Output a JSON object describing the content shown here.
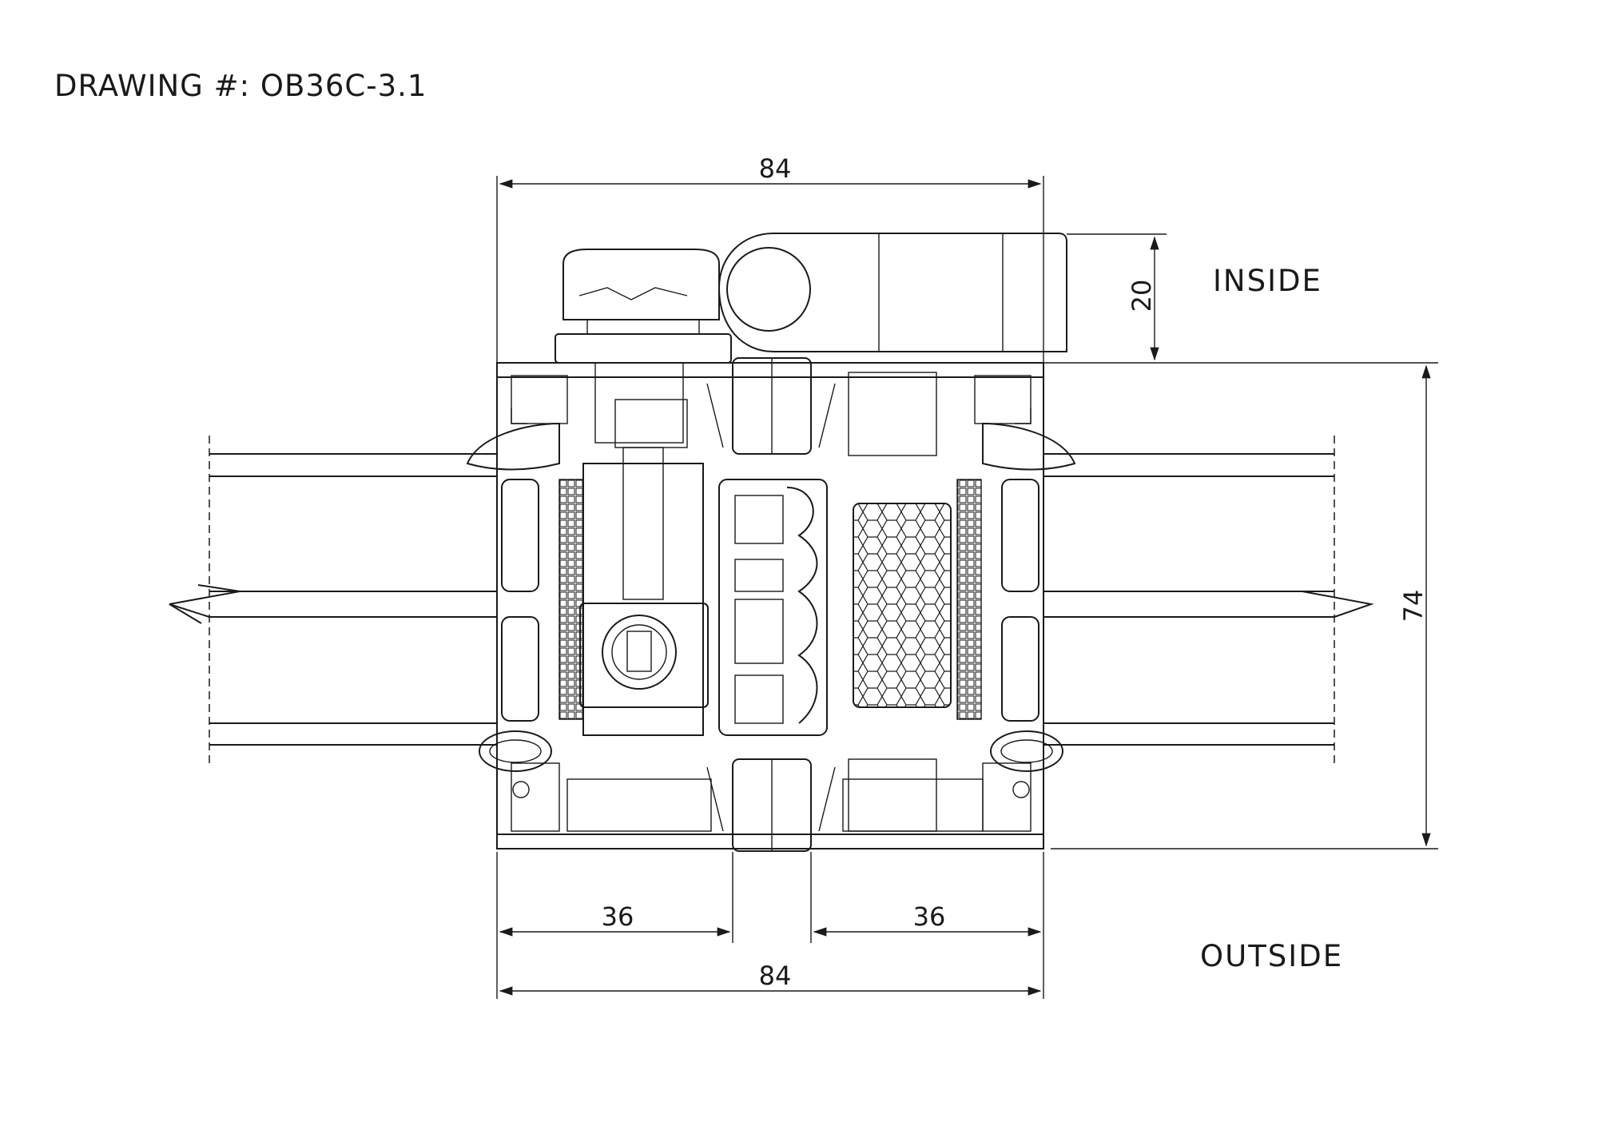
{
  "drawing_number": "DRAWING #: OB36C-3.1",
  "labels": {
    "inside": "INSIDE",
    "outside": "OUTSIDE"
  },
  "dimensions": {
    "top_width": "84",
    "handle_height": "20",
    "frame_height": "74",
    "left_sash": "36",
    "right_sash": "36",
    "bottom_width": "84"
  },
  "colors": {
    "line": "#1a1a1a",
    "background": "#ffffff"
  }
}
